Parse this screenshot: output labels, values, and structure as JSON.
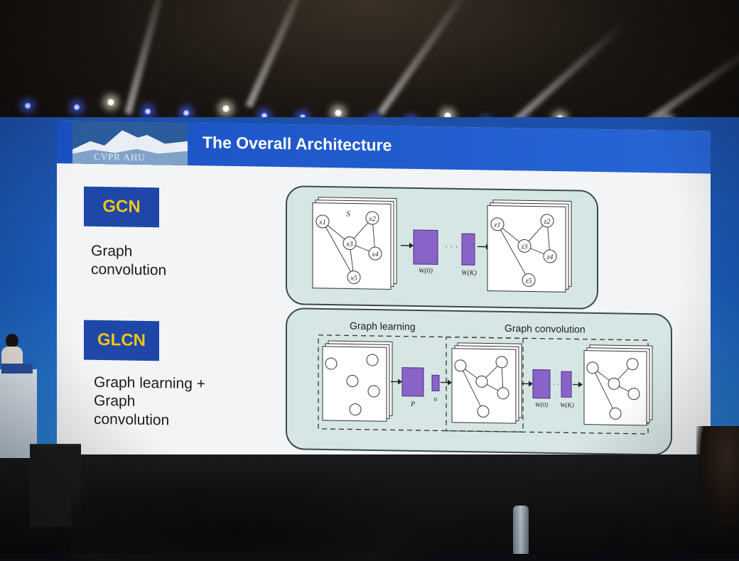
{
  "slide": {
    "title": "The Overall Architecture",
    "logo_text": "CVPR AHU",
    "gcn": {
      "tag": "GCN",
      "desc_lines": [
        "Graph",
        "convolution"
      ],
      "nodes_in": [
        "x1",
        "x2",
        "x3",
        "x4",
        "x5"
      ],
      "graph_symbol": "S",
      "weights": [
        "W(0)",
        "W(K)"
      ],
      "nodes_out": [
        "z1",
        "z2",
        "z3",
        "z4",
        "z5"
      ]
    },
    "glcn": {
      "tag": "GLCN",
      "desc_lines": [
        "Graph learning +",
        "Graph",
        "convolution"
      ],
      "section_learning": "Graph learning",
      "section_convolution": "Graph convolution",
      "p_label": "P",
      "alpha_label": "α"
    }
  },
  "colors": {
    "title_bar": "#1b52c4",
    "tag_bg": "#1e47a8",
    "tag_text": "#f5c518",
    "panel_bg": "#d6e6e4",
    "weight_block": "#8a63c8"
  },
  "icons": [
    "stage-light-icon",
    "graph-node-icon",
    "arrow-right-icon",
    "mountain-logo-icon"
  ]
}
